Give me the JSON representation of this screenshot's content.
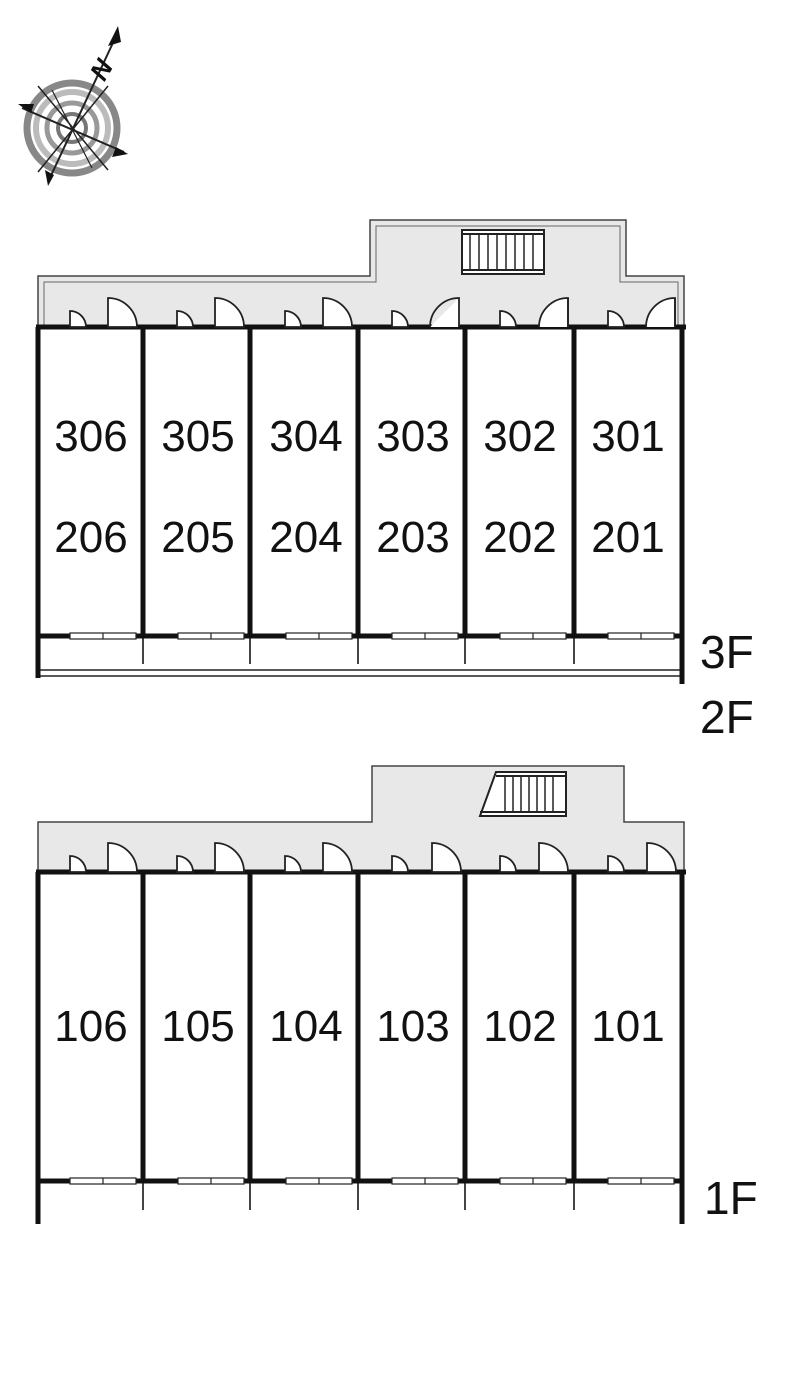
{
  "compass": {
    "north_label": "N",
    "icon": "compass-rose-icon"
  },
  "colors": {
    "corridor_fill": "#e8e8e8",
    "wall": "#111111",
    "line": "#222222"
  },
  "upper_block": {
    "unit_rows": [
      [
        "306",
        "305",
        "304",
        "303",
        "302",
        "301"
      ],
      [
        "206",
        "205",
        "204",
        "203",
        "202",
        "201"
      ]
    ],
    "floor_labels": [
      "3F",
      "2F"
    ]
  },
  "lower_block": {
    "unit_rows": [
      [
        "106",
        "105",
        "104",
        "103",
        "102",
        "101"
      ]
    ],
    "floor_labels": [
      "1F"
    ]
  }
}
